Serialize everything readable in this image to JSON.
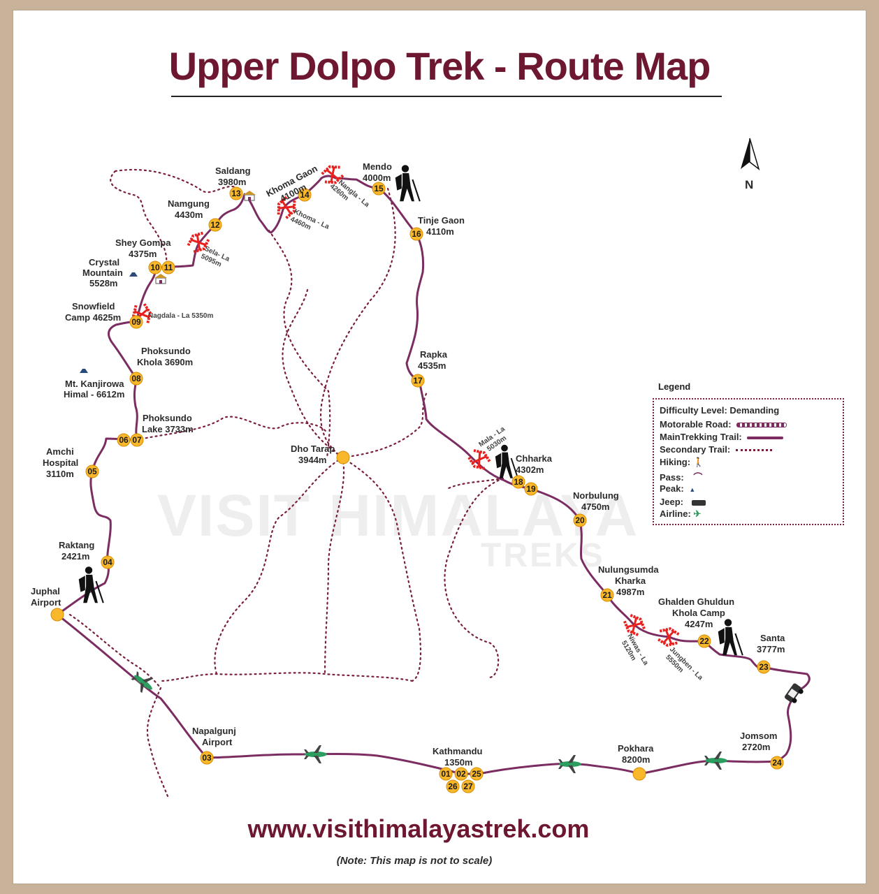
{
  "title": "Upper Dolpo  Trek - Route Map",
  "watermark": {
    "line1": "VISIT HIMALAYA",
    "line2": "TREKS"
  },
  "website": "www.visithimalayastrek.com",
  "note": "(Note: This map is not to scale)",
  "colors": {
    "route": "#7b2d62",
    "title": "#6d1830",
    "stop": "#f9b72b",
    "pass": "#e8201e",
    "secondary": "#7a1f3a"
  },
  "legend": {
    "title": "Legend",
    "difficulty": "Difficulty Level: Demanding",
    "items": [
      {
        "label": "Motorable Road:",
        "icon": "road-icon"
      },
      {
        "label": "MainTrekking Trail:",
        "icon": "main-trail-icon"
      },
      {
        "label": "Secondary Trail:",
        "icon": "secondary-trail-icon"
      },
      {
        "label": "Hiking:",
        "icon": "hiker-icon"
      },
      {
        "label": "Pass:",
        "icon": "pass-icon"
      },
      {
        "label": "Peak:",
        "icon": "peak-icon"
      },
      {
        "label": "Jeep:",
        "icon": "jeep-icon"
      },
      {
        "label": "Airline:",
        "icon": "plane-icon"
      }
    ]
  },
  "stops": [
    {
      "num": "01",
      "name": ""
    },
    {
      "num": "02",
      "name": ""
    },
    {
      "num": "03",
      "name": "Napalgunj Airport"
    },
    {
      "num": "04",
      "name": "Raktang 2421m"
    },
    {
      "num": "05",
      "name": "Amchi Hospital 3110m"
    },
    {
      "num": "06",
      "name": ""
    },
    {
      "num": "07",
      "name": "Phoksundo Lake 3733m"
    },
    {
      "num": "08",
      "name": "Phoksundo Khola 3690m"
    },
    {
      "num": "09",
      "name": "Snowfield Camp 4625m"
    },
    {
      "num": "10",
      "name": ""
    },
    {
      "num": "11",
      "name": "Shey Gompa 4375m"
    },
    {
      "num": "12",
      "name": "Namgung 4430m"
    },
    {
      "num": "13",
      "name": "Saldang 3980m"
    },
    {
      "num": "14",
      "name": "Khoma Gaon 4100m"
    },
    {
      "num": "15",
      "name": "Mendo 4000m"
    },
    {
      "num": "16",
      "name": "Tinje Gaon 4110m"
    },
    {
      "num": "17",
      "name": "Rapka 4535m"
    },
    {
      "num": "18",
      "name": ""
    },
    {
      "num": "19",
      "name": "Chharka 4302m"
    },
    {
      "num": "20",
      "name": "Norbulung 4750m"
    },
    {
      "num": "21",
      "name": "Nulungsumda Kharka 4987m"
    },
    {
      "num": "22",
      "name": "Ghalden Ghuldun Khola Camp 4247m"
    },
    {
      "num": "23",
      "name": "Santa 3777m"
    },
    {
      "num": "24",
      "name": "Jomsom 2720m"
    },
    {
      "num": "25",
      "name": ""
    },
    {
      "num": "26",
      "name": "Kathmandu 1350m"
    },
    {
      "num": "27",
      "name": ""
    }
  ],
  "labels": {
    "saldang": [
      "Saldang",
      "3980m"
    ],
    "khoma_gaon": [
      "Khoma Gaon",
      "4100m"
    ],
    "mendo": [
      "Mendo",
      "4000m"
    ],
    "namgung": [
      "Namgung",
      "4430m"
    ],
    "shey_gompa": [
      "Shey Gompa",
      "4375m"
    ],
    "crystal_mountain": [
      "Crystal",
      "Mountain",
      "5528m"
    ],
    "snowfield_camp": [
      "Snowfield",
      "Camp 4625m"
    ],
    "phoksundo_khola": [
      "Phoksundo",
      "Khola 3690m"
    ],
    "kanjirowa": [
      "Mt. Kanjirowa",
      "Himal - 6612m"
    ],
    "phoksundo_lake": [
      "Phoksundo",
      "Lake 3733m"
    ],
    "amchi": [
      "Amchi",
      "Hospital",
      "3110m"
    ],
    "raktang": [
      "Raktang",
      "2421m"
    ],
    "juphal": [
      "Juphal",
      "Airport"
    ],
    "napalgunj": [
      "Napalgunj",
      "Airport"
    ],
    "kathmandu": [
      "Kathmandu",
      "1350m"
    ],
    "pokhara": [
      "Pokhara",
      "8200m"
    ],
    "jomsom": [
      "Jomsom",
      "2720m"
    ],
    "tinje": [
      "Tinje Gaon",
      "4110m"
    ],
    "rapka": [
      "Rapka",
      "4535m"
    ],
    "dho_tarap": [
      "Dho Tarap",
      "3944m"
    ],
    "chharka": [
      "Chharka",
      "4302m"
    ],
    "norbulung": [
      "Norbulung",
      "4750m"
    ],
    "nulungsumda": [
      "Nulungsumda",
      "Kharka",
      "4987m"
    ],
    "ghalden": [
      "Ghalden Ghuldun",
      "Khola Camp",
      "4247m"
    ],
    "santa": [
      "Santa",
      "3777m"
    ]
  },
  "passes": {
    "nagdala": "Nagdala - La 5350m",
    "sela": [
      "Sela- La",
      "5095m"
    ],
    "khoma": [
      "Khoma - La",
      "4460m"
    ],
    "nangla": [
      "Nangla - La",
      "4260m"
    ],
    "mala": [
      "Mala - La",
      "5030m"
    ],
    "niwas": [
      "Niwas - La",
      "5120m"
    ],
    "jungben": [
      "Jungben - La",
      "5550m"
    ]
  },
  "north": "N"
}
